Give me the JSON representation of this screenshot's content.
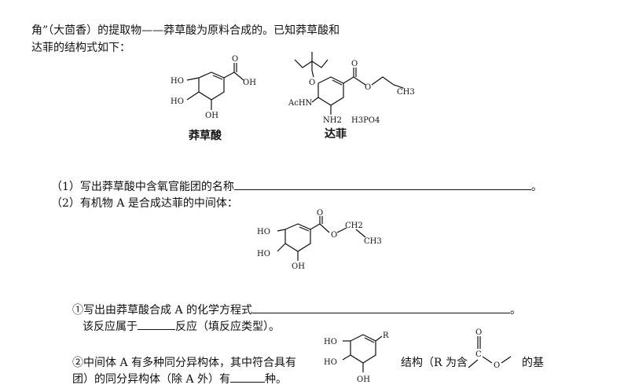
{
  "intro": {
    "line1": "角”（大茴香）的提取物——莽草酸为原料合成的。已知莽草酸和",
    "line2": "达菲的结构式如下："
  },
  "structures": {
    "shikimic_acid": {
      "caption": "莽草酸",
      "labels": {
        "ho1": "HO",
        "ho2": "HO",
        "oh": "OH",
        "o": "O",
        "oh_acid": "OH"
      }
    },
    "tamiflu": {
      "caption": "达菲",
      "labels": {
        "o_ether": "O",
        "o_carbonyl": "O",
        "o_ester": "O",
        "ch3": "CH3",
        "achn": "AcHN",
        "nh2": "NH2",
        "salt": "H3PO4"
      }
    },
    "intermediate_a": {
      "labels": {
        "ho1": "HO",
        "ho2": "HO",
        "oh": "OH",
        "o_carbonyl": "O",
        "o_ester": "O",
        "ch2": "CH2",
        "ch3": "CH3"
      }
    },
    "isomer_ring": {
      "labels": {
        "ho1": "HO",
        "ho2": "HO",
        "oh": "OH",
        "r": "R"
      }
    },
    "ester_group": {
      "labels": {
        "o_top": "O",
        "c": "C",
        "o_right": "O"
      }
    }
  },
  "questions": {
    "q1": {
      "text": "（1）写出莽草酸中含氧官能团的名称",
      "end": "。"
    },
    "q2": {
      "text": "（2）有机物 A 是合成达菲的中间体："
    },
    "q2_1": {
      "text": "①写出由莽草酸合成 A 的化学方程式",
      "end": "。",
      "line2_prefix": "该反应属于",
      "line2_suffix": "反应（填反应类型）。"
    },
    "q2_2": {
      "text": "②中间体 A 有多种同分异构体，其中符合具有",
      "mid": "结构（R 为含",
      "end": "的基",
      "line2_prefix": "团）的同分异构体（除 A 外）有",
      "line2_suffix": "种。"
    }
  }
}
